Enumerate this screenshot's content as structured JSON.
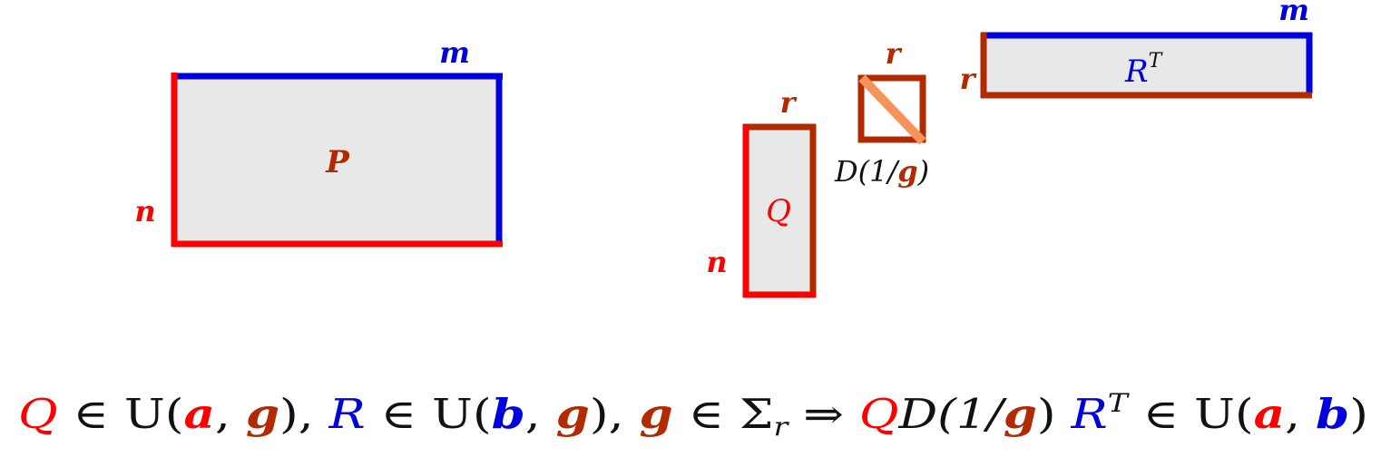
{
  "colors": {
    "red": "#ff0000",
    "blue": "#0000dd",
    "brown": "#b22a00",
    "orange": "#f7925a",
    "gray_fill": "#e8e8e8",
    "black": "#111111"
  },
  "labels": {
    "P": "P",
    "P_n": "n",
    "P_m": "m",
    "Q": "Q",
    "Q_n": "n",
    "Q_r": "r",
    "D_r": "r",
    "D_caption_prefix": "D(1/",
    "D_caption_g": "g",
    "D_caption_suffix": ")",
    "RT_R": "R",
    "RT_T": "T",
    "RT_r": "r",
    "RT_m": "m"
  },
  "formula": {
    "Q1": "Q",
    "in1": " ∈ U(",
    "a1": "a",
    "comma1": ", ",
    "g1": "g",
    "close1": "),  ",
    "R1": "R",
    "in2": " ∈ U(",
    "b1": "b",
    "comma2": ", ",
    "g2": "g",
    "close2": "), ",
    "g3": "g",
    "in3": " ∈ Σ",
    "sub_r": "r",
    "arrow": " ⇒ ",
    "Q2": "Q",
    "D": "D(1/",
    "g4": "g",
    "close3": ") ",
    "R2": "R",
    "sup_T": "T",
    "in4": " ∈ U(",
    "a2": "a",
    "comma3": ", ",
    "b2": "b",
    "close4": ")"
  }
}
